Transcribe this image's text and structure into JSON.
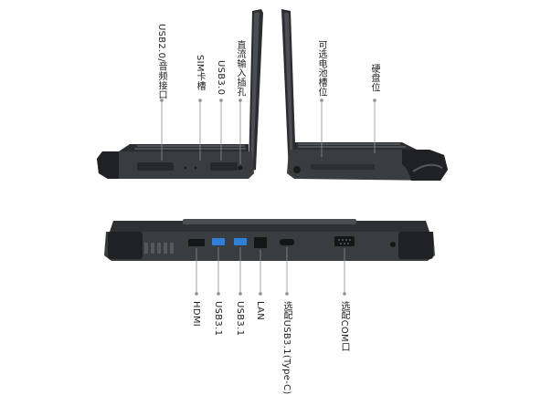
{
  "colors": {
    "background": "#ffffff",
    "laptop_body": "#3a3d40",
    "laptop_dark": "#1f2124",
    "port_blue": "#2f7fd6",
    "callout_line": "#8a8f96",
    "label_text": "#222222"
  },
  "side_views": {
    "left_side_ports": [
      {
        "label": "USB2.0/音频接口"
      },
      {
        "label": "SIM卡槽"
      },
      {
        "label": "USB3.0"
      },
      {
        "label": "直流输入插孔"
      }
    ],
    "right_side_ports": [
      {
        "label": "可选电池槽位"
      },
      {
        "label": "硬盘位"
      }
    ]
  },
  "rear_view": {
    "ports": [
      {
        "label": "HDMI"
      },
      {
        "label": "USB3.1"
      },
      {
        "label": "USB3.1"
      },
      {
        "label": "LAN"
      },
      {
        "label": "选配USB3.1(Type-C)"
      },
      {
        "label": "选配COM口"
      }
    ]
  }
}
